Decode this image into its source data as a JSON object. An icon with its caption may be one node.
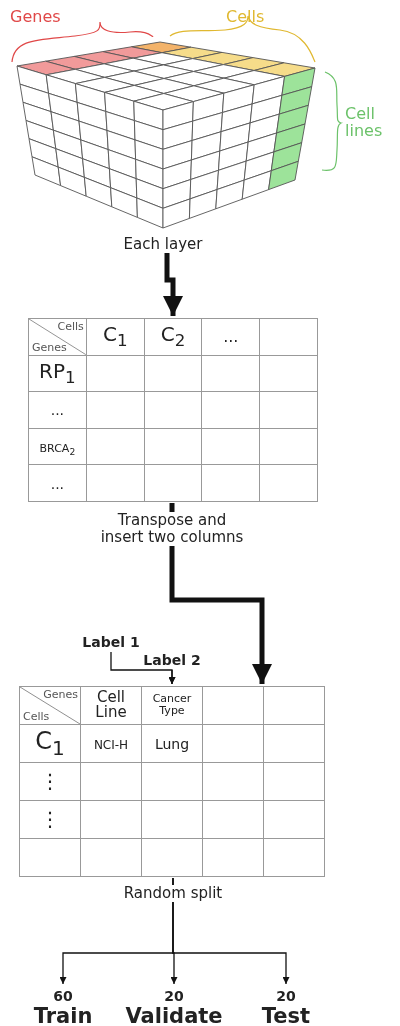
{
  "diagram": {
    "nodes": [
      {
        "text": [],
        "shape": "cube"
      },
      {
        "text": [],
        "shape": "table"
      },
      {
        "text": [
          "Label 1"
        ]
      },
      {
        "text": [
          "Label 2"
        ]
      },
      {
        "text": [],
        "shape": "table"
      },
      {
        "text": [
          "60",
          "Train"
        ]
      },
      {
        "text": [
          "20",
          "Validate"
        ]
      },
      {
        "text": [
          "20",
          "Test"
        ]
      }
    ],
    "edges": [
      {
        "from": 0,
        "to": 1,
        "arrow": "to",
        "label": "Each layer",
        "style": "thick"
      },
      {
        "from": 1,
        "to": 4,
        "arrow": "to",
        "label": "Transpose and insert two columns",
        "style": "thick"
      },
      {
        "from": 2,
        "to": 4,
        "arrow": "to"
      },
      {
        "from": 3,
        "to": 4,
        "arrow": "to"
      },
      {
        "from": 4,
        "to": 5,
        "arrow": "to"
      },
      {
        "from": 4,
        "to": 6,
        "arrow": "to",
        "label": "Random split"
      },
      {
        "from": 4,
        "to": 7,
        "arrow": "to"
      }
    ],
    "labels": [
      "Genes",
      "Cells",
      "Cell lines",
      "Cells",
      "Genes",
      "C$_{1}$",
      "C$_{2}$",
      "...",
      "RP$_{1}$",
      "...",
      "BRCA$_{2}$",
      "...",
      "Genes",
      "Cells",
      "Cell Line",
      "Cancer Type",
      "C$_{1}$",
      "NCI-H",
      "Lung",
      "⋮",
      "⋮"
    ]
  }
}
